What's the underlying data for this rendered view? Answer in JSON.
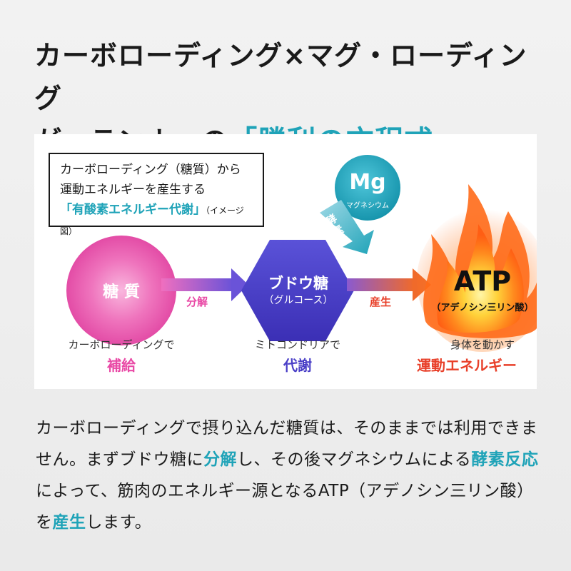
{
  "headline": {
    "line1": "カーボローディング×マグ・ローディング",
    "line2_prefix": "が、ランナーの",
    "line2_accent": "「勝利の方程式」"
  },
  "diagram": {
    "note": {
      "line1": "カーボローディング（糖質）から",
      "line2": "運動エネルギーを産生する",
      "highlight": "「有酸素エネルギー代謝」",
      "suffix": "（イメージ図）"
    },
    "mg": {
      "symbol": "Mg",
      "name": "マグネシウム",
      "arrow_label": "酵素"
    },
    "sugar": {
      "label": "糖 質",
      "caption": "カーボローディングで",
      "action": "補給"
    },
    "arrow1": {
      "label": "分解"
    },
    "glucose": {
      "label": "ブドウ糖",
      "sub": "（グルコース）",
      "caption": "ミトコンドリアで",
      "action": "代謝"
    },
    "arrow2": {
      "label": "産生"
    },
    "atp": {
      "label": "ATP",
      "sub": "（アデノシン三リン酸）",
      "caption": "身体を動かす",
      "action": "運動エネルギー"
    },
    "colors": {
      "teal": "#1fa3b8",
      "pink": "#e94aa6",
      "purple": "#4a3fc7",
      "orange": "#f06a2a",
      "red": "#e8402a"
    }
  },
  "body": {
    "p1": "カーボローディングで摂り込んだ糖質は、そのままでは利用できません。まずブドウ糖に",
    "h1": "分解",
    "p2": "し、その後マグネシウムによる",
    "h2": "酵素反応",
    "p3": "によって、筋肉のエネルギー源となるATP（アデノシン三リン酸）を",
    "h3": "産生",
    "p4": "します。"
  }
}
